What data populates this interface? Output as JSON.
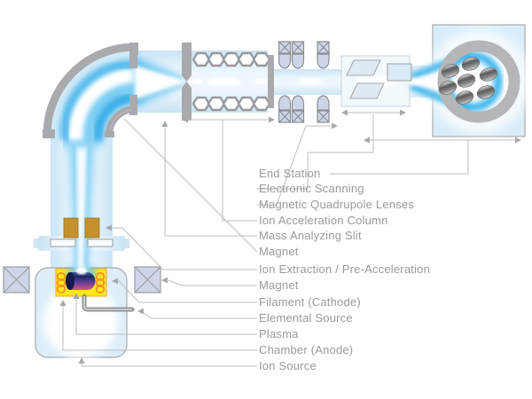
{
  "diagram": {
    "labels": [
      {
        "text": "End Station"
      },
      {
        "text": "Electronic Scanning"
      },
      {
        "text": "Magnetic Quadrupole Lenses"
      },
      {
        "text": "Ion Acceleration Column"
      },
      {
        "text": "Mass Analyzing Slit"
      },
      {
        "text": "Magnet"
      },
      {
        "text": "Ion Extraction / Pre-Acceleration"
      },
      {
        "text": "Magnet"
      },
      {
        "text": "Filament (Cathode)"
      },
      {
        "text": "Elemental Source"
      },
      {
        "text": "Plasma"
      },
      {
        "text": "Chamber (Anode)"
      },
      {
        "text": "Ion Source"
      }
    ],
    "colors": {
      "beam_blue": "#29abe2",
      "beam_glow": "#8ed2f5",
      "pipe_fill": "#d6ecf9",
      "structure_gray": "#a8aaad",
      "chamber_yellow": "#ffe817",
      "coil_orange": "#f7931e",
      "electrode_gold": "#c5912e",
      "magnet_coil_fill": "#cdd5e9",
      "leader_line_gray": "#bcbec0",
      "label_text_gray": "#97999c"
    }
  }
}
